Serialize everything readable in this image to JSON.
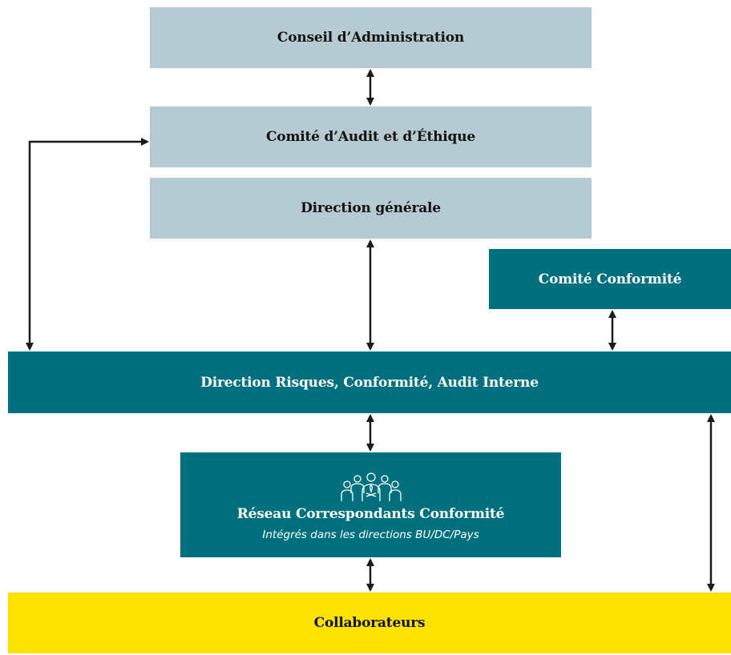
{
  "boxes": {
    "conseil": "Conseil d’Administration",
    "comite_audit": "Comité d’Audit et d’Éthique",
    "direction_generale": "Direction générale",
    "comite_conformite": "Comité Conformité",
    "direction_risques": "Direction Risques, Conformité, Audit Interne",
    "reseau_title": "Réseau Correspondants Conformité",
    "reseau_subtitle": "Intégrés dans les directions BU/DC/Pays",
    "collaborateurs": "Collaborateurs"
  },
  "icons": {
    "reseau": "team-group-icon"
  },
  "colors": {
    "light_box": "#b5cad3",
    "teal_box": "#00707f",
    "yellow_box": "#fde100",
    "arrow": "#1a1a1a"
  }
}
